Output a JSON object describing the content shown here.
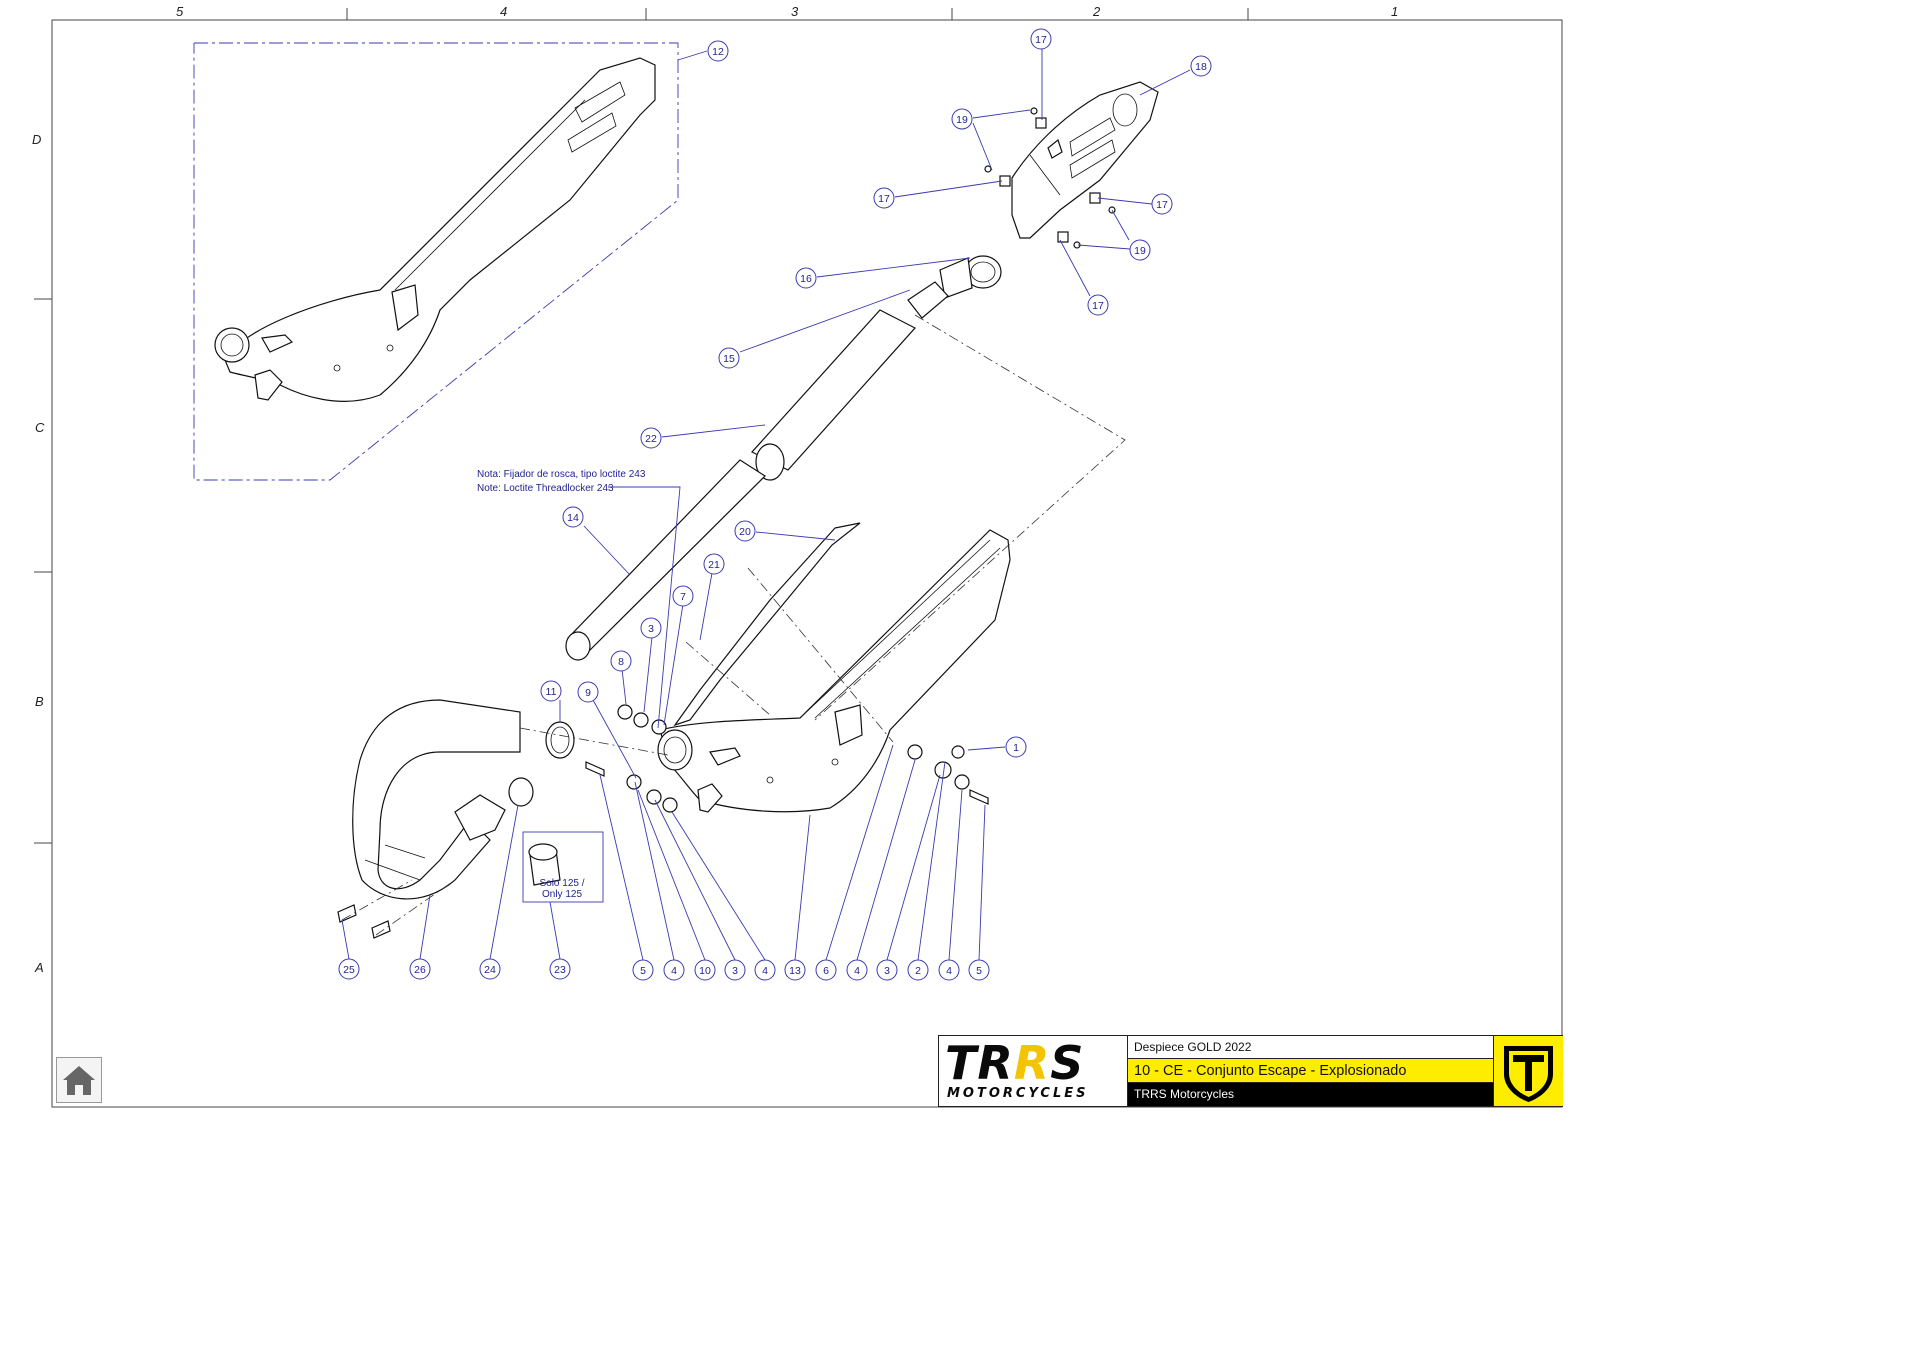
{
  "frame": {
    "columns": [
      "5",
      "4",
      "3",
      "2",
      "1"
    ],
    "rows": [
      "D",
      "C",
      "B",
      "A"
    ]
  },
  "balloons": [
    "12",
    "17",
    "18",
    "19",
    "17",
    "17",
    "19",
    "17",
    "16",
    "15",
    "22",
    "14",
    "20",
    "21",
    "7",
    "3",
    "8",
    "11",
    "9",
    "1",
    "5",
    "4",
    "10",
    "3",
    "4",
    "13",
    "6",
    "4",
    "3",
    "2",
    "4",
    "5",
    "25",
    "26",
    "24",
    "23"
  ],
  "notes": {
    "threadlocker_es": "Nota: Fijador de rosca, tipo loctite 243",
    "threadlocker_en": "Note: Loctite Threadlocker 243",
    "only125_es": "Solo 125 /",
    "only125_en": "Only 125"
  },
  "title_block": {
    "logo_text": "TRRS",
    "logo_sub": "MOTORCYCLES",
    "title": "Despiece GOLD 2022",
    "assembly": "10 - CE - Conjunto Escape - Explosionado",
    "company": "TRRS Motorcycles",
    "accent_color": "#ffed00",
    "logo_accent": "#f2c500"
  },
  "home_button": {
    "icon": "home-icon"
  }
}
